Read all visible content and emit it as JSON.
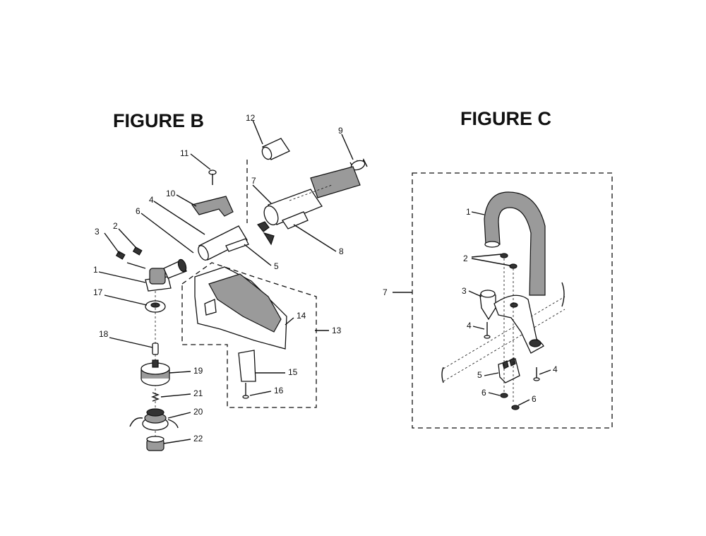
{
  "figure_b": {
    "title": "FIGURE B",
    "labels": [
      "1",
      "2",
      "3",
      "4",
      "5",
      "6",
      "7",
      "8",
      "9",
      "10",
      "11",
      "12",
      "13",
      "14",
      "15",
      "16",
      "17",
      "18",
      "19",
      "20",
      "21",
      "22"
    ]
  },
  "figure_c": {
    "title": "FIGURE C",
    "labels": [
      "1",
      "2",
      "3",
      "4",
      "4",
      "5",
      "6",
      "6",
      "7"
    ]
  }
}
